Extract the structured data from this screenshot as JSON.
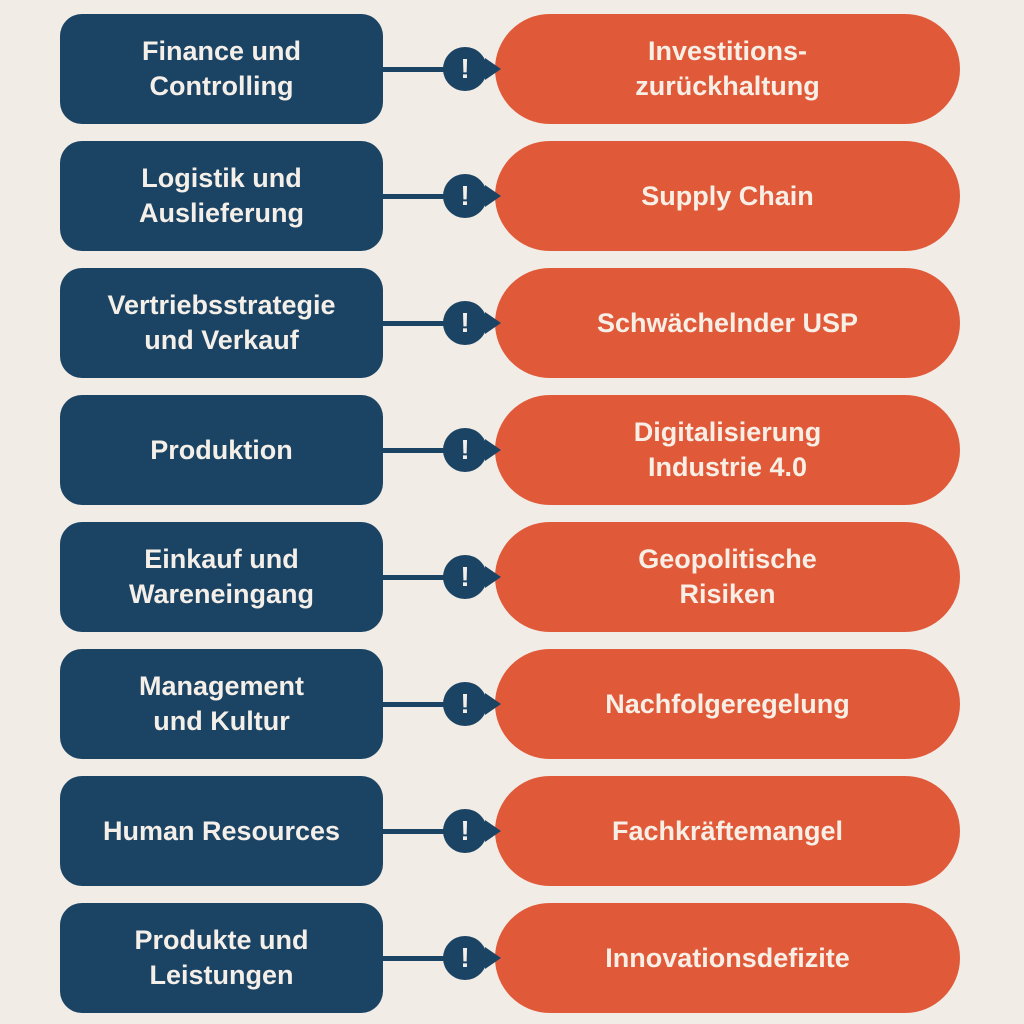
{
  "colors": {
    "background": "#f1ece5",
    "function_box": "#1b4363",
    "challenge_pill": "#e05a3a",
    "text_light": "#f4efe8"
  },
  "icons": {
    "exclamation": "!"
  },
  "rows": [
    {
      "function": "Finance und\nControlling",
      "challenge": "Investitions-\nzurückhaltung"
    },
    {
      "function": "Logistik und\nAuslieferung",
      "challenge": "Supply Chain"
    },
    {
      "function": "Vertriebsstrategie\nund Verkauf",
      "challenge": "Schwächelnder USP"
    },
    {
      "function": "Produktion",
      "challenge": "Digitalisierung\nIndustrie 4.0"
    },
    {
      "function": "Einkauf und\nWareneingang",
      "challenge": "Geopolitische\nRisiken"
    },
    {
      "function": "Management\nund Kultur",
      "challenge": "Nachfolgeregelung"
    },
    {
      "function": "Human Resources",
      "challenge": "Fachkräftemangel"
    },
    {
      "function": "Produkte und\nLeistungen",
      "challenge": "Innovationsdefizite"
    }
  ]
}
